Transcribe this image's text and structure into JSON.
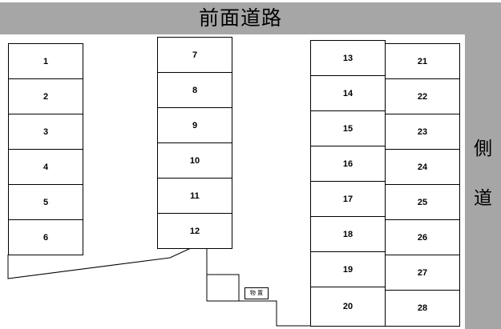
{
  "roads": {
    "front": "前面道路",
    "side_chars": [
      "側",
      "道"
    ]
  },
  "storage_label": "物 置",
  "lots": [
    {
      "label": "1"
    },
    {
      "label": "2"
    },
    {
      "label": "3"
    },
    {
      "label": "4"
    },
    {
      "label": "5"
    },
    {
      "label": "6"
    },
    {
      "label": "7"
    },
    {
      "label": "8"
    },
    {
      "label": "9"
    },
    {
      "label": "10"
    },
    {
      "label": "11"
    },
    {
      "label": "12"
    },
    {
      "label": "13"
    },
    {
      "label": "14"
    },
    {
      "label": "15"
    },
    {
      "label": "16"
    },
    {
      "label": "17"
    },
    {
      "label": "18"
    },
    {
      "label": "19"
    },
    {
      "label": "20"
    },
    {
      "label": "21"
    },
    {
      "label": "22"
    },
    {
      "label": "23"
    },
    {
      "label": "24"
    },
    {
      "label": "25"
    },
    {
      "label": "26"
    },
    {
      "label": "27"
    },
    {
      "label": "28"
    }
  ]
}
